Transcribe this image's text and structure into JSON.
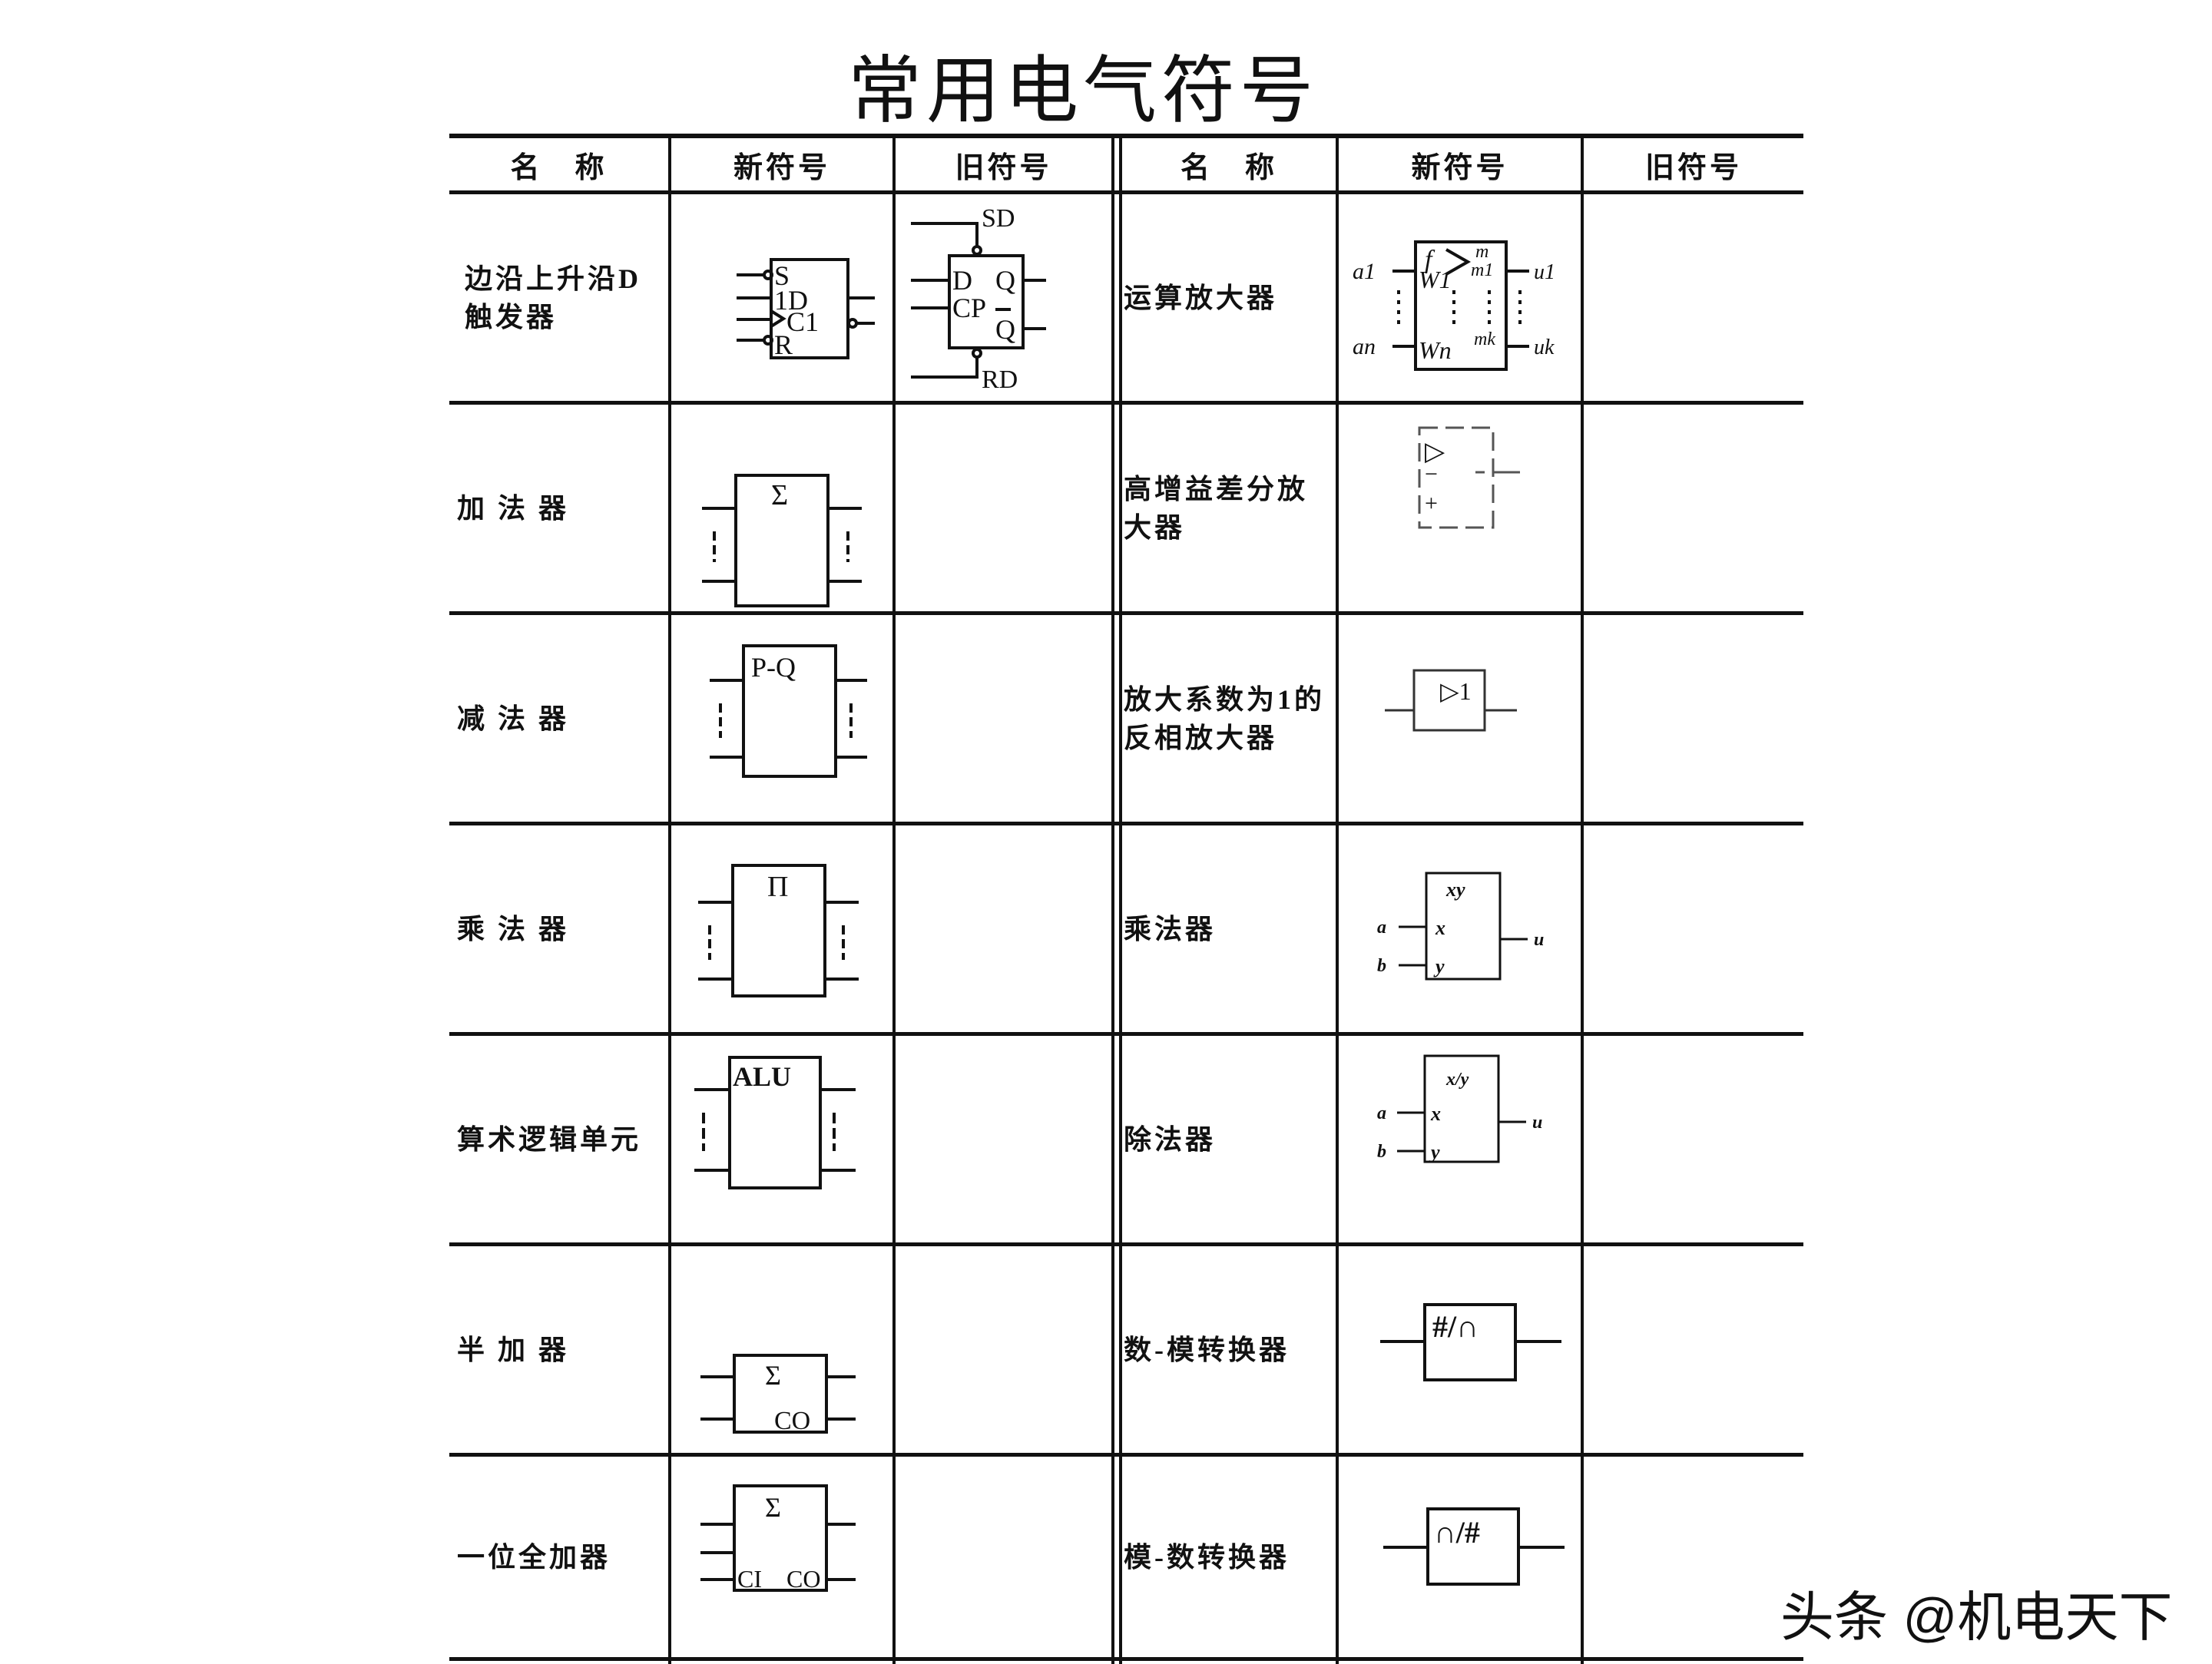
{
  "title": "常用电气符号",
  "headers": [
    "名　称",
    "新符号",
    "旧符号",
    "名　称",
    "新符号",
    "旧符号"
  ],
  "left_rows": [
    {
      "name": "边沿上升沿D触发器",
      "new_labels": [
        "S",
        "1D",
        "C1",
        "R"
      ],
      "old_labels": [
        "SD",
        "D",
        "Q",
        "CP",
        "Q",
        "RD"
      ]
    },
    {
      "name": "加 法 器",
      "new_labels": [
        "Σ"
      ]
    },
    {
      "name": "减 法 器",
      "new_labels": [
        "P-Q"
      ]
    },
    {
      "name": "乘 法 器",
      "new_labels": [
        "Π"
      ]
    },
    {
      "name": "算术逻辑单元",
      "new_labels": [
        "ALU"
      ]
    },
    {
      "name": "半 加 器",
      "new_labels": [
        "Σ",
        "CO"
      ]
    },
    {
      "name": "一位全加器",
      "new_labels": [
        "Σ",
        "CI",
        "CO"
      ]
    }
  ],
  "right_rows": [
    {
      "name": "运算放大器",
      "new_labels": [
        "a1",
        "an",
        "f",
        "m",
        "W1",
        "m1",
        "Wn",
        "mk",
        "u1",
        "uk"
      ]
    },
    {
      "name": "高增益差分放大器",
      "new_labels": [
        "▷",
        "−",
        "+"
      ]
    },
    {
      "name": "放大系数为1的反相放大器",
      "new_labels": [
        "▷1"
      ]
    },
    {
      "name": "乘法器",
      "new_labels": [
        "xy",
        "x",
        "y",
        "a",
        "b",
        "u"
      ]
    },
    {
      "name": "除法器",
      "new_labels": [
        "x/y",
        "x",
        "y",
        "a",
        "b",
        "u"
      ]
    },
    {
      "name": "数-模转换器",
      "new_labels": [
        "#/∩"
      ]
    },
    {
      "name": "模-数转换器",
      "new_labels": [
        "∩/#"
      ]
    }
  ],
  "watermark": "头条 @机电天下"
}
